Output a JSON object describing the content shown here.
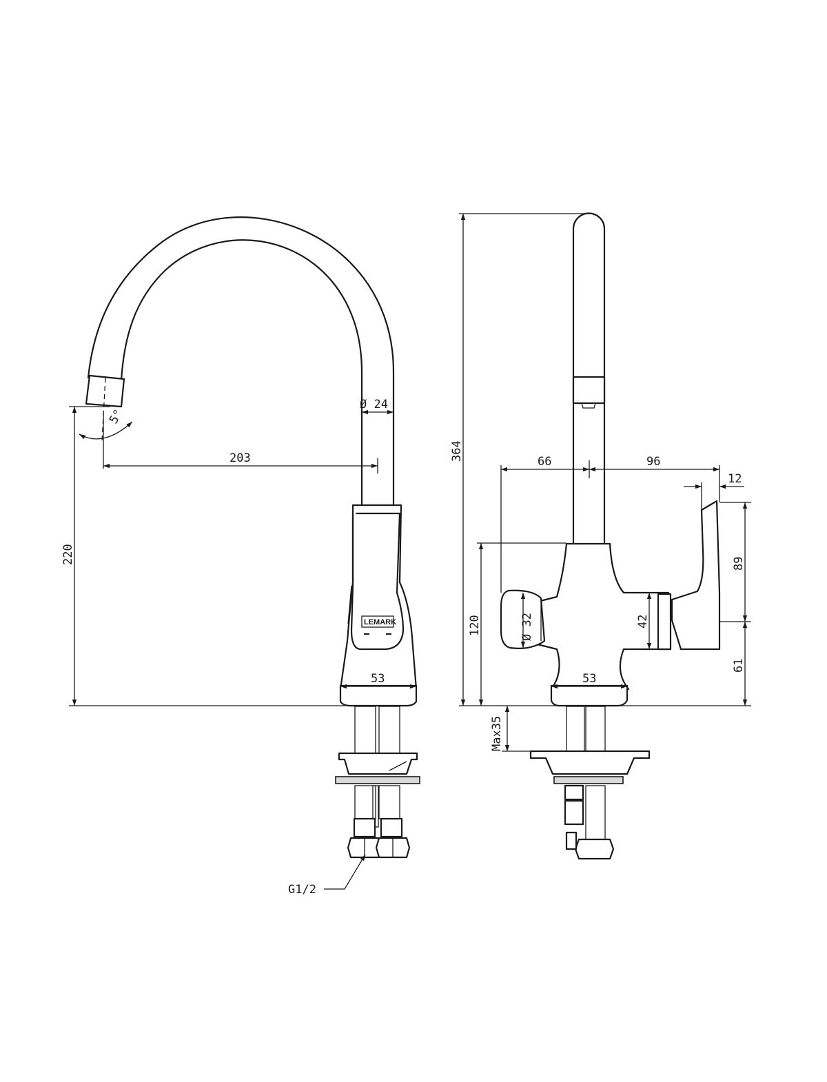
{
  "diagram": {
    "brand_logo": "LEMARK",
    "front_view": {
      "dim_spout_diameter": "Ø 24",
      "dim_spout_angle": "5°",
      "dim_reach": "203",
      "dim_spout_height": "220",
      "dim_base_width": "53",
      "thread_label": "G1/2"
    },
    "side_view": {
      "dim_total_height": "364",
      "dim_left_offset": "66",
      "dim_right_offset": "96",
      "dim_handle_tip": "12",
      "dim_handle_height": "89",
      "dim_body_height": "120",
      "dim_knob_diameter": "Ø 32",
      "dim_cartridge": "42",
      "dim_lower_height": "61",
      "dim_base_width": "53",
      "dim_max_mount": "Max35"
    }
  }
}
